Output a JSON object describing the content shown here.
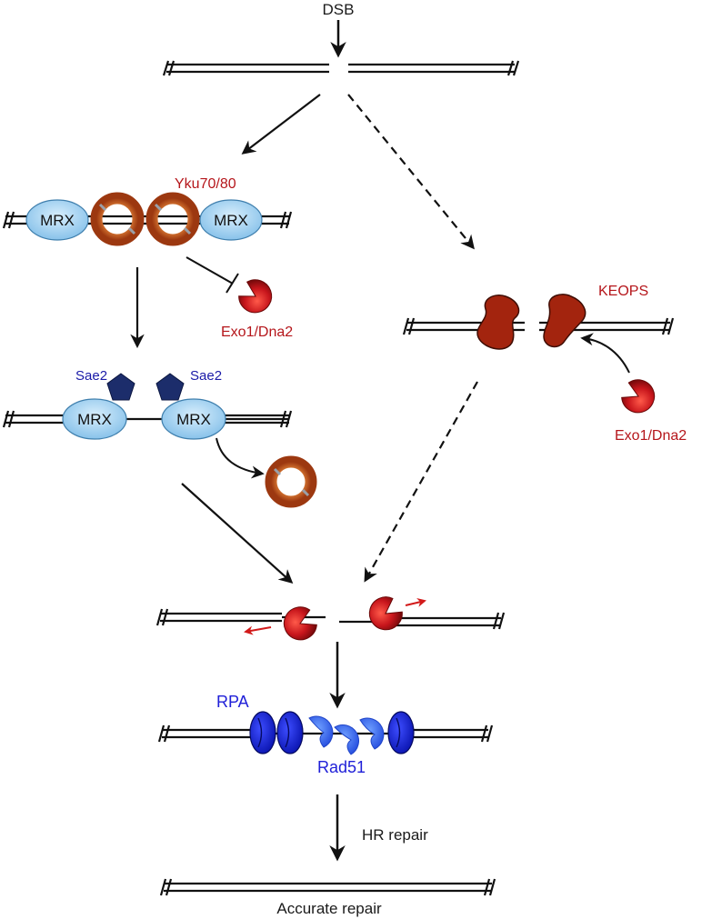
{
  "labels": {
    "dsb": "DSB",
    "yku": "Yku70/80",
    "mrx": "MRX",
    "exo1_dna2": "Exo1/Dna2",
    "sae2": "Sae2",
    "keops": "KEOPS",
    "rpa": "RPA",
    "rad51": "Rad51",
    "hr_repair": "HR repair",
    "accurate_repair": "Accurate repair"
  },
  "colors": {
    "mrx_fill": "#a9d6f5",
    "yku_ring": "#c8541c",
    "exo_red": "#c8161c",
    "keops": "#a3240e",
    "sae2": "#1c2d6b",
    "rpa_blue": "#1f2ee0",
    "rad51_blue": "#3f78ee",
    "label_red": "#b5161b",
    "label_blue": "#1a1aa8"
  }
}
